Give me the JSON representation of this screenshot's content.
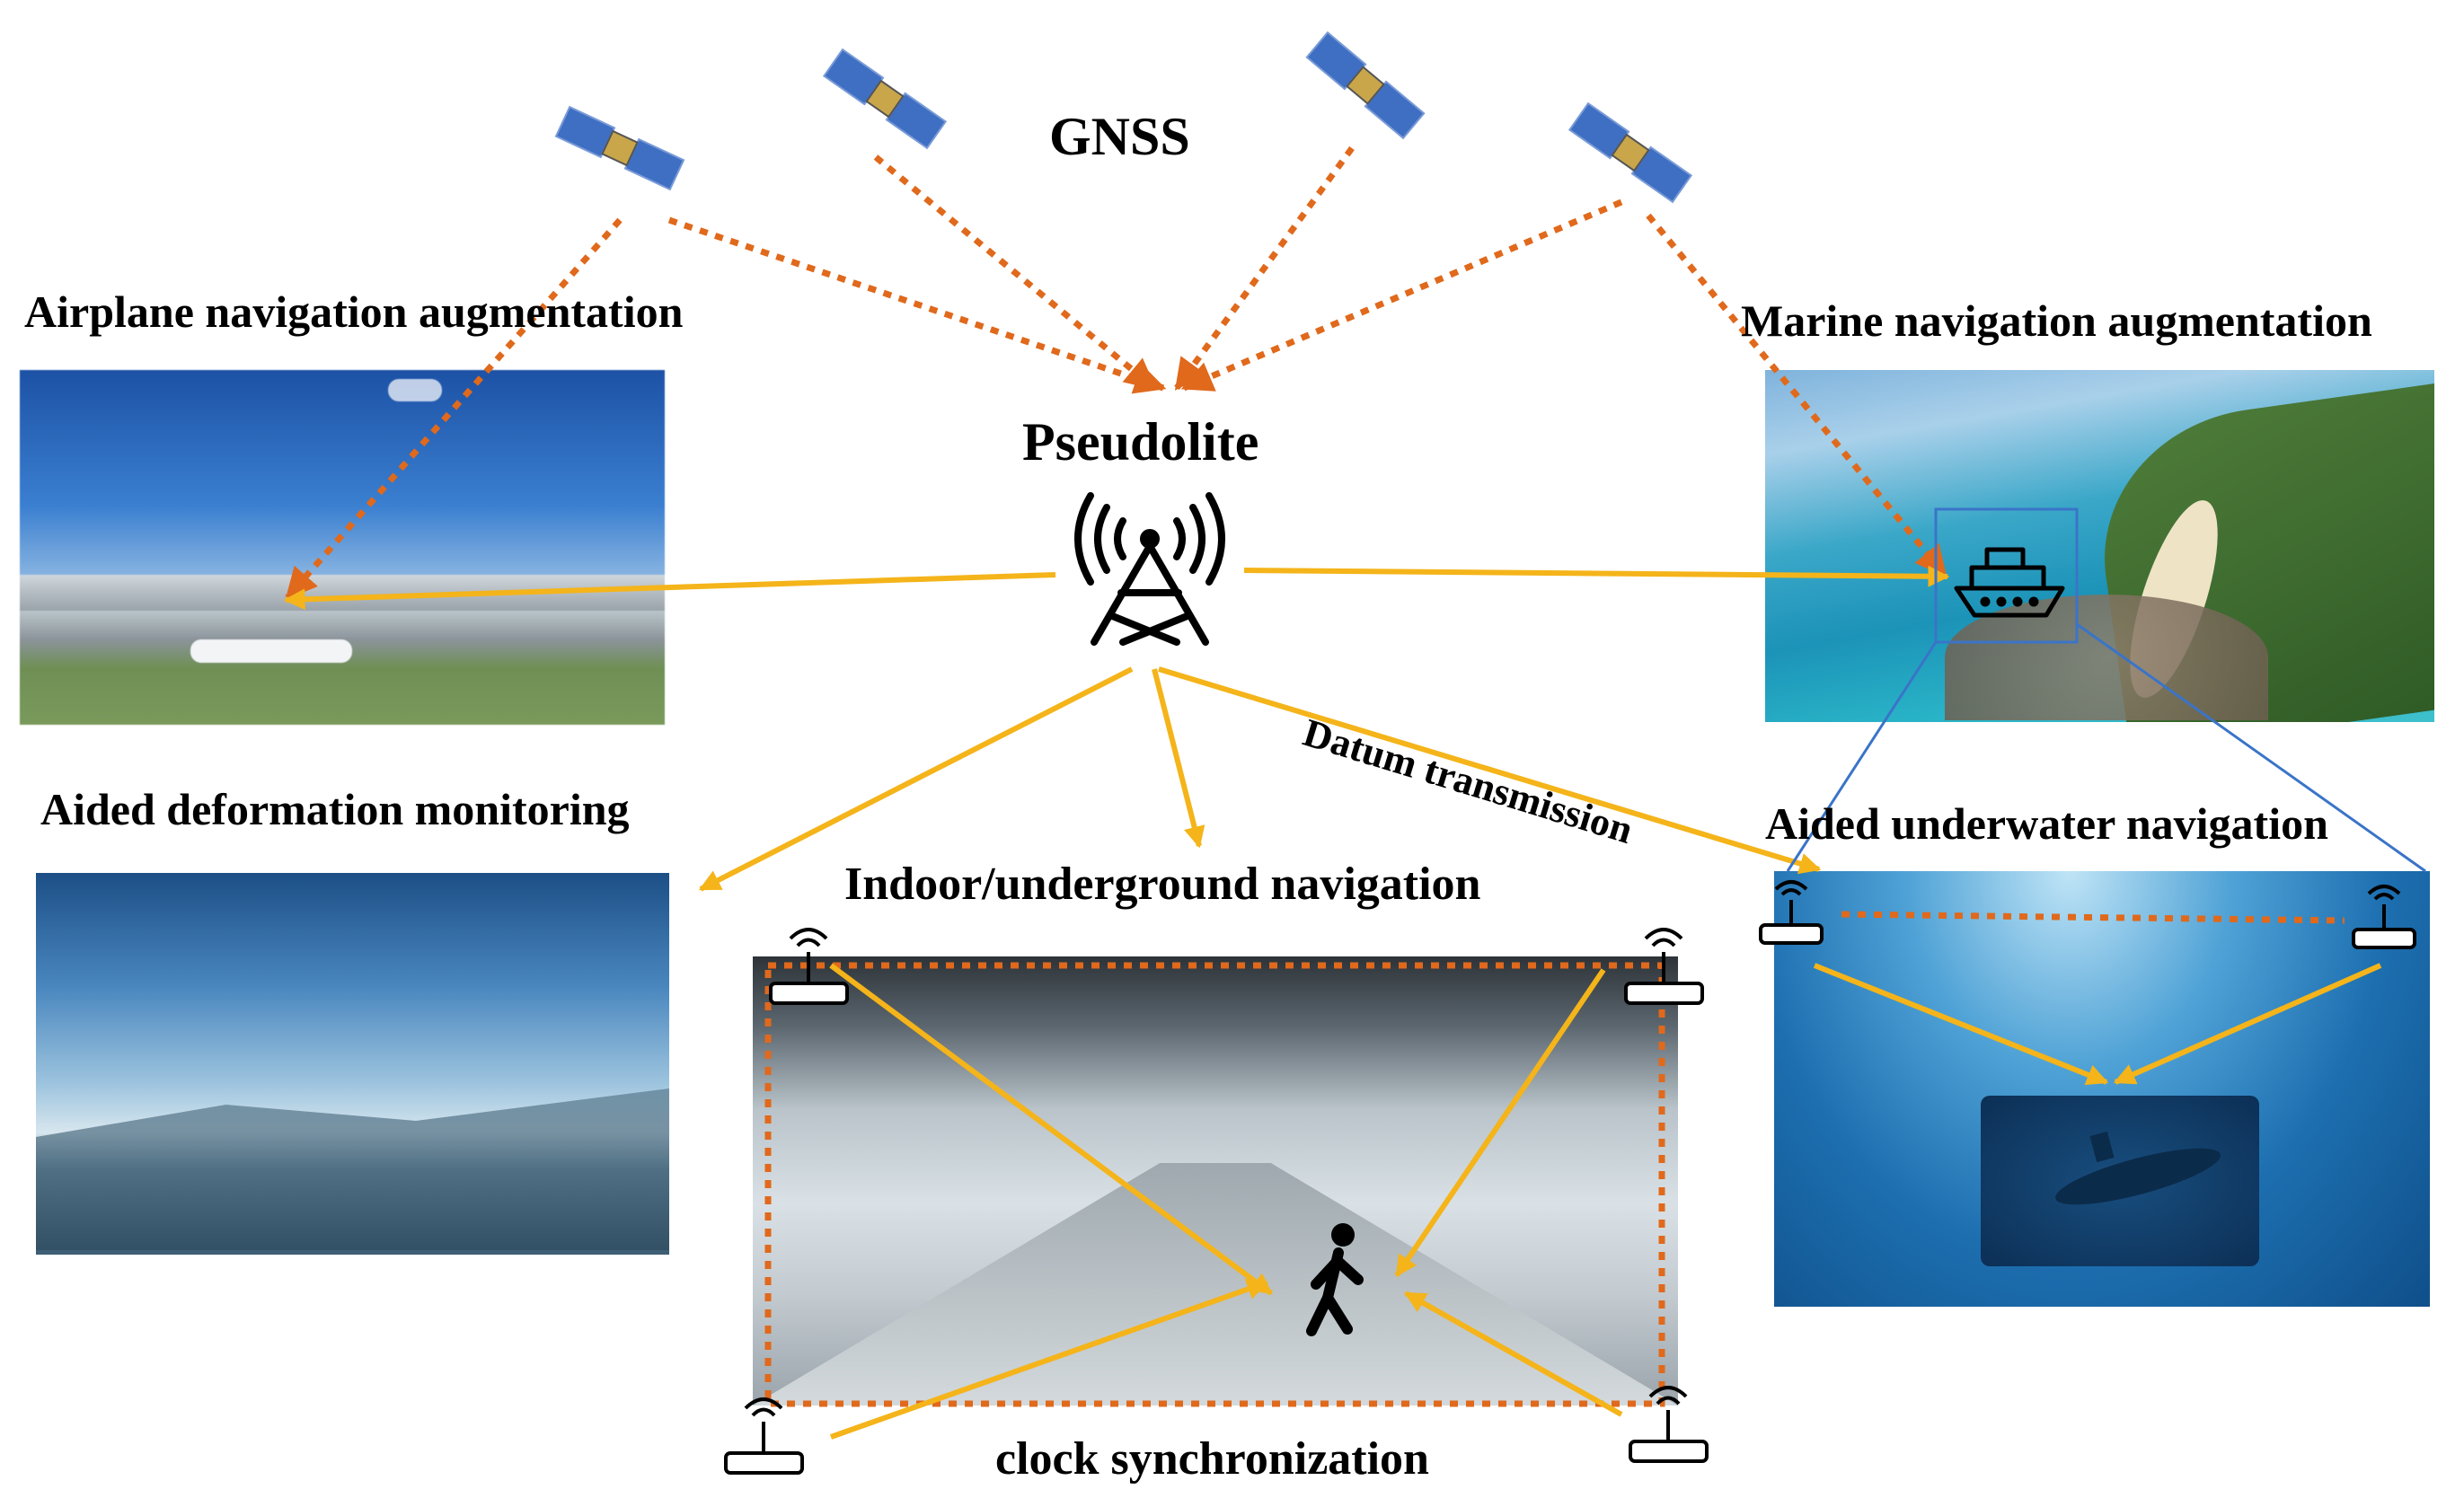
{
  "labels": {
    "gnss": "GNSS",
    "pseudolite": "Pseudolite",
    "airplane": "Airplane navigation augmentation",
    "marine": "Marine navigation augmentation",
    "deformation": "Aided deformation monitoring",
    "indoor": "Indoor/underground navigation",
    "underwater": "Aided underwater navigation",
    "datum": "Datum transmission",
    "clock": "clock synchronization"
  },
  "icons": {
    "satellite": "satellite-icon",
    "tower": "signal-tower-icon",
    "router": "router-icon",
    "ship": "ship-icon",
    "person": "walking-person-icon"
  },
  "colors": {
    "gnss_link": "#e0691c",
    "pseudolite_link": "#f4b41a",
    "zoom_line": "#3a74c8"
  }
}
